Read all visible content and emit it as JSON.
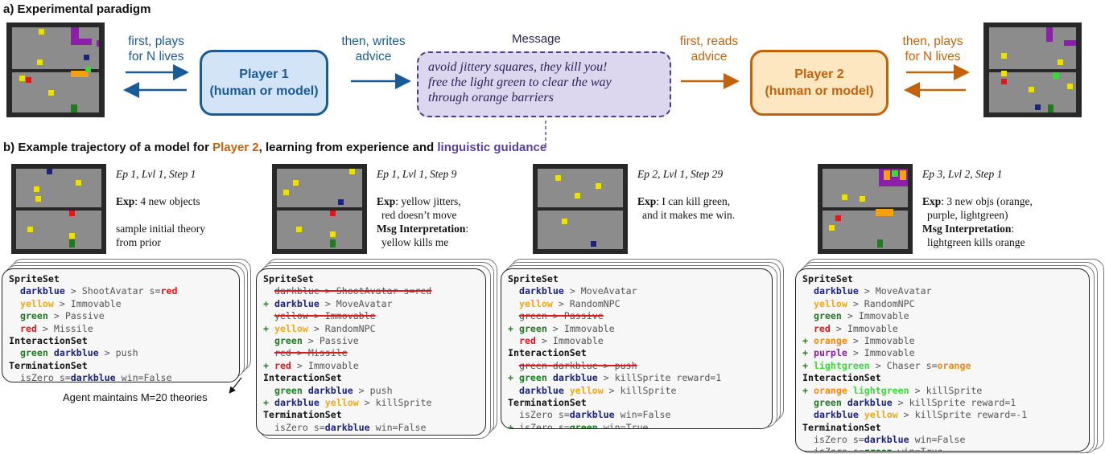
{
  "section_a": {
    "prefix": "a)",
    "title": "Experimental paradigm"
  },
  "section_b": {
    "prefix": "b)",
    "part1": "Example trajectory of a model for",
    "player2": "Player 2",
    "part2": ", learning from experience and",
    "guidance": "linguistic guidance"
  },
  "arrows": {
    "plays1": [
      "first, plays",
      "for N lives"
    ],
    "writes": [
      "then, writes",
      "advice"
    ],
    "reads": [
      "first, reads",
      "advice"
    ],
    "plays2": [
      "then, plays",
      "for N lives"
    ]
  },
  "player1": {
    "name": "Player 1",
    "sub": "(human or model)"
  },
  "player2": {
    "name": "Player 2",
    "sub": "(human or model)"
  },
  "message": {
    "title": "Message",
    "lines": [
      "avoid jittery squares, they kill you!",
      "free the light green to clear the way",
      "through orange barriers"
    ]
  },
  "colors": {
    "blue": "#1a5a96",
    "orange": "#c4620a",
    "purple": "#5b3f99",
    "darkblue": "#1a237e",
    "yellow": "#f0d000",
    "green": "#1e7b1e",
    "red": "#e01818",
    "orange_obj": "#f5a012",
    "purple_obj": "#8b1fa8",
    "lightgreen": "#3ad83a",
    "floor": "#8c8c8c",
    "wall": "#282828"
  },
  "panels": [
    {
      "step": "Ep 1, Lvl 1, Step 1",
      "exp_label": "Exp",
      "exp": ": 4 new objects",
      "notes": [
        "sample initial theory",
        "from prior"
      ],
      "msg_label": "",
      "msg": []
    },
    {
      "step": "Ep 1, Lvl 1, Step 9",
      "exp_label": "Exp",
      "exp": ": yellow jitters,",
      "exp2": "red doesn’t move",
      "msg_label": "Msg Interpretation",
      "msg": ": ",
      "msg2": "yellow kills me"
    },
    {
      "step": "Ep 2, Lvl 1, Step 29",
      "exp_label": "Exp",
      "exp": ": I can kill green,",
      "exp2": "and it makes me win."
    },
    {
      "step": "Ep 3, Lvl 2, Step 1",
      "exp_label": "Exp",
      "exp": ": 3 new objs (orange,",
      "exp2": "purple, lightgreen)",
      "msg_label": "Msg Interpretation",
      "msg": ":",
      "msg2": "lightgreen kills orange"
    }
  ],
  "annotation": "Agent maintains M=20 theories",
  "theories": [
    [
      [
        {
          "t": "SpriteSet",
          "c": "sec"
        }
      ],
      [
        {
          "t": "  "
        },
        {
          "t": "darkblue",
          "c": "cdk"
        },
        {
          "t": " > ShootAvatar s=",
          "c": "op"
        },
        {
          "t": "red",
          "c": "crd"
        }
      ],
      [
        {
          "t": "  "
        },
        {
          "t": "yellow",
          "c": "cyl"
        },
        {
          "t": " > Immovable",
          "c": "op"
        }
      ],
      [
        {
          "t": "  "
        },
        {
          "t": "green",
          "c": "cgr"
        },
        {
          "t": " > Passive",
          "c": "op"
        }
      ],
      [
        {
          "t": "  "
        },
        {
          "t": "red",
          "c": "crd"
        },
        {
          "t": " > Missile",
          "c": "op"
        }
      ],
      [
        {
          "t": "InteractionSet",
          "c": "sec"
        }
      ],
      [
        {
          "t": "  "
        },
        {
          "t": "green darkblue",
          "c": "cdkgr"
        },
        {
          "t": " > push",
          "c": "op"
        }
      ],
      [
        {
          "t": "TerminationSet",
          "c": "sec"
        }
      ],
      [
        {
          "t": "  isZero s=",
          "c": "op"
        },
        {
          "t": "darkblue",
          "c": "cdk"
        },
        {
          "t": " win=False",
          "c": "op"
        }
      ]
    ],
    [
      [
        {
          "t": "SpriteSet",
          "c": "sec"
        }
      ],
      [
        {
          "t": "  "
        },
        {
          "t": "darkblue > ShootAvatar s=red",
          "c": "strike op"
        }
      ],
      [
        {
          "t": "+ ",
          "c": "plus"
        },
        {
          "t": "darkblue",
          "c": "cdk"
        },
        {
          "t": " > MoveAvatar",
          "c": "op"
        }
      ],
      [
        {
          "t": "  "
        },
        {
          "t": "yellow > Immovable",
          "c": "strike op"
        }
      ],
      [
        {
          "t": "+ ",
          "c": "plus"
        },
        {
          "t": "yellow",
          "c": "cyl"
        },
        {
          "t": " > RandomNPC",
          "c": "op"
        }
      ],
      [
        {
          "t": "  "
        },
        {
          "t": "green",
          "c": "cgr"
        },
        {
          "t": " > Passive",
          "c": "op"
        }
      ],
      [
        {
          "t": "  "
        },
        {
          "t": "red > Missile",
          "c": "strike op"
        }
      ],
      [
        {
          "t": "+ ",
          "c": "plus"
        },
        {
          "t": "red",
          "c": "crd"
        },
        {
          "t": " > Immovable",
          "c": "op"
        }
      ],
      [
        {
          "t": "InteractionSet",
          "c": "sec"
        }
      ],
      [
        {
          "t": "  "
        },
        {
          "t": "green",
          "c": "cgr"
        },
        {
          "t": " "
        },
        {
          "t": "darkblue",
          "c": "cdk"
        },
        {
          "t": " > push",
          "c": "op"
        }
      ],
      [
        {
          "t": "+ ",
          "c": "plus"
        },
        {
          "t": "darkblue",
          "c": "cdk"
        },
        {
          "t": " "
        },
        {
          "t": "yellow",
          "c": "cyl"
        },
        {
          "t": " > killSprite",
          "c": "op"
        }
      ],
      [
        {
          "t": "TerminationSet",
          "c": "sec"
        }
      ],
      [
        {
          "t": "  isZero s=",
          "c": "op"
        },
        {
          "t": "darkblue",
          "c": "cdk"
        },
        {
          "t": " win=False",
          "c": "op"
        }
      ]
    ],
    [
      [
        {
          "t": "SpriteSet",
          "c": "sec"
        }
      ],
      [
        {
          "t": "  "
        },
        {
          "t": "darkblue",
          "c": "cdk"
        },
        {
          "t": " > MoveAvatar",
          "c": "op"
        }
      ],
      [
        {
          "t": "  "
        },
        {
          "t": "yellow",
          "c": "cyl"
        },
        {
          "t": " > RandomNPC",
          "c": "op"
        }
      ],
      [
        {
          "t": "  "
        },
        {
          "t": "green > Passive",
          "c": "strike op"
        }
      ],
      [
        {
          "t": "+ ",
          "c": "plus"
        },
        {
          "t": "green",
          "c": "cgr"
        },
        {
          "t": " > Immovable",
          "c": "op"
        }
      ],
      [
        {
          "t": "  "
        },
        {
          "t": "red",
          "c": "crd"
        },
        {
          "t": " > Immovable",
          "c": "op"
        }
      ],
      [
        {
          "t": "InteractionSet",
          "c": "sec"
        }
      ],
      [
        {
          "t": "  "
        },
        {
          "t": "green darkblue > push",
          "c": "strike op"
        }
      ],
      [
        {
          "t": "+ ",
          "c": "plus"
        },
        {
          "t": "green",
          "c": "cgr"
        },
        {
          "t": " "
        },
        {
          "t": "darkblue",
          "c": "cdk"
        },
        {
          "t": " > killSprite reward=1",
          "c": "op"
        }
      ],
      [
        {
          "t": "  "
        },
        {
          "t": "darkblue",
          "c": "cdk"
        },
        {
          "t": " "
        },
        {
          "t": "yellow",
          "c": "cyl"
        },
        {
          "t": " > killSprite",
          "c": "op"
        }
      ],
      [
        {
          "t": "TerminationSet",
          "c": "sec"
        }
      ],
      [
        {
          "t": "  isZero s=",
          "c": "op"
        },
        {
          "t": "darkblue",
          "c": "cdk"
        },
        {
          "t": " win=False",
          "c": "op"
        }
      ],
      [
        {
          "t": "+ ",
          "c": "plus"
        },
        {
          "t": "isZero s=",
          "c": "op"
        },
        {
          "t": "green",
          "c": "cgr"
        },
        {
          "t": " win=True",
          "c": "op"
        }
      ]
    ],
    [
      [
        {
          "t": "SpriteSet",
          "c": "sec"
        }
      ],
      [
        {
          "t": "  "
        },
        {
          "t": "darkblue",
          "c": "cdk"
        },
        {
          "t": " > MoveAvatar",
          "c": "op"
        }
      ],
      [
        {
          "t": "  "
        },
        {
          "t": "yellow",
          "c": "cyl"
        },
        {
          "t": " > RandomNPC",
          "c": "op"
        }
      ],
      [
        {
          "t": "  "
        },
        {
          "t": "green",
          "c": "cgr"
        },
        {
          "t": " > Immovable",
          "c": "op"
        }
      ],
      [
        {
          "t": "  "
        },
        {
          "t": "red",
          "c": "crd"
        },
        {
          "t": " > Immovable",
          "c": "op"
        }
      ],
      [
        {
          "t": "+ ",
          "c": "plus"
        },
        {
          "t": "orange",
          "c": "cor"
        },
        {
          "t": " > Immovable",
          "c": "op"
        }
      ],
      [
        {
          "t": "+ ",
          "c": "plus"
        },
        {
          "t": "purple",
          "c": "cpu"
        },
        {
          "t": " > Immovable",
          "c": "op"
        }
      ],
      [
        {
          "t": "+ ",
          "c": "plus"
        },
        {
          "t": "lightgreen",
          "c": "clg"
        },
        {
          "t": " > Chaser s=",
          "c": "op"
        },
        {
          "t": "orange",
          "c": "cor"
        }
      ],
      [
        {
          "t": "InteractionSet",
          "c": "sec"
        }
      ],
      [
        {
          "t": "+ ",
          "c": "plus"
        },
        {
          "t": "orange",
          "c": "cor"
        },
        {
          "t": " "
        },
        {
          "t": "lightgreen",
          "c": "clg"
        },
        {
          "t": " > killSprite",
          "c": "op"
        }
      ],
      [
        {
          "t": "  "
        },
        {
          "t": "green",
          "c": "cgr"
        },
        {
          "t": " "
        },
        {
          "t": "darkblue",
          "c": "cdk"
        },
        {
          "t": " > killSprite reward=1",
          "c": "op"
        }
      ],
      [
        {
          "t": "  "
        },
        {
          "t": "darkblue",
          "c": "cdk"
        },
        {
          "t": " "
        },
        {
          "t": "yellow",
          "c": "cyl"
        },
        {
          "t": " > killSprite reward=-1",
          "c": "op"
        }
      ],
      [
        {
          "t": "TerminationSet",
          "c": "sec"
        }
      ],
      [
        {
          "t": "  isZero s=",
          "c": "op"
        },
        {
          "t": "darkblue",
          "c": "cdk"
        },
        {
          "t": " win=False",
          "c": "op"
        }
      ],
      [
        {
          "t": "  isZero s=",
          "c": "op"
        },
        {
          "t": "green",
          "c": "cgr"
        },
        {
          "t": " win=True",
          "c": "op"
        }
      ]
    ]
  ]
}
